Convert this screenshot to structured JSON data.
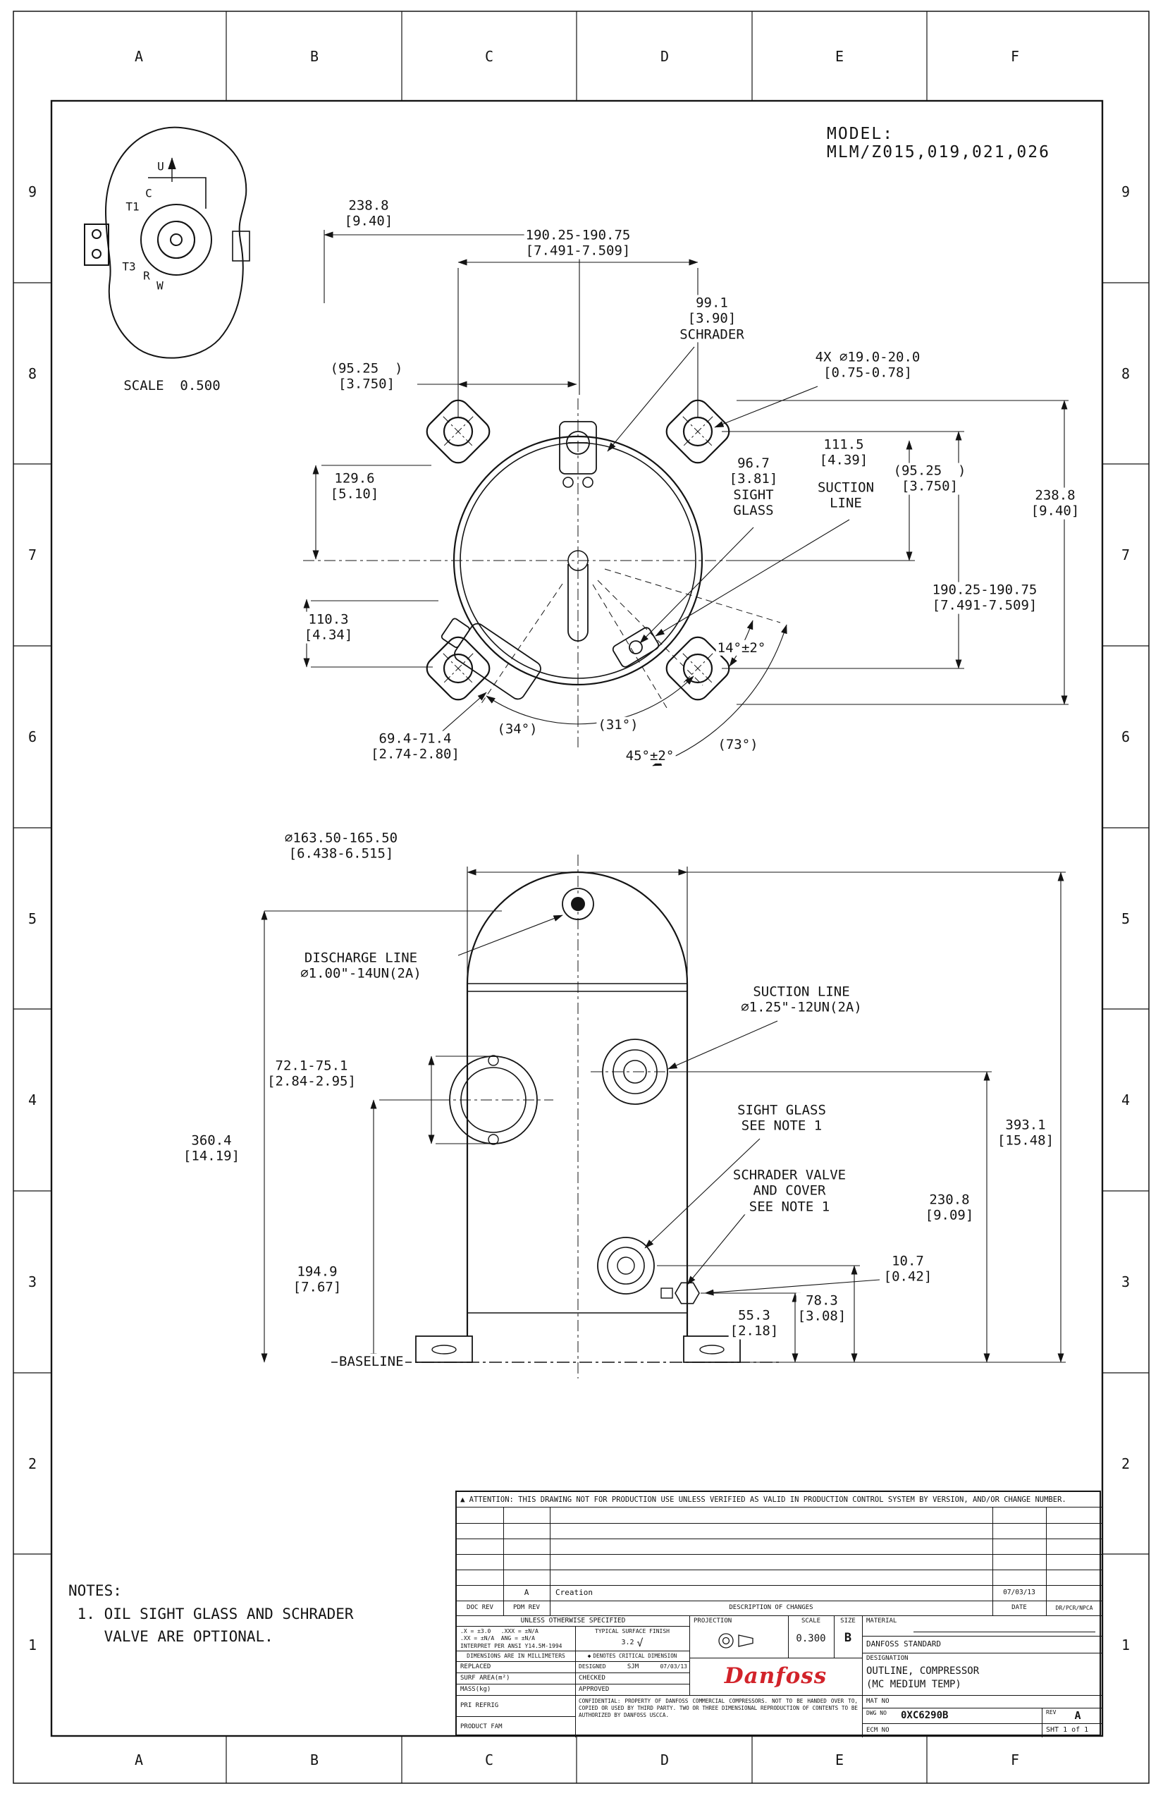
{
  "page": {
    "model": "MODEL: MLM/Z015,019,021,026"
  },
  "colors": {
    "line": "#141414",
    "brand_red": "#d2232a"
  },
  "grid": {
    "cols": [
      "A",
      "B",
      "C",
      "D",
      "E",
      "F"
    ],
    "rows": [
      "9",
      "8",
      "7",
      "6",
      "5",
      "4",
      "3",
      "2",
      "1"
    ]
  },
  "section_view": {
    "label_u": "U",
    "label_c": "C",
    "label_t1": "T1",
    "label_t3": "T3",
    "label_r": "R",
    "label_w": "W",
    "scale_note": "SCALE  0.500"
  },
  "top_view": {
    "dim_overall_width": "238.8\n[9.40]",
    "dim_bolt_span": "190.25-190.75\n[7.491-7.509]",
    "dim_schrader": "99.1\n[3.90]\nSCHRADER",
    "dim_mount_holes": "4X ⌀19.0-20.0\n[0.75-0.78]",
    "dim_ref_left": "(95.25  )\n[3.750]",
    "dim_suction_offset": "111.5\n[4.39]",
    "label_suction_line": "SUCTION\nLINE",
    "dim_sight_glass": "96.7\n[3.81]\nSIGHT\nGLASS",
    "dim_ref_right": "(95.25  )\n[3.750]",
    "dim_overall_height": "238.8\n[9.40]",
    "dim_129": "129.6\n[5.10]",
    "dim_bolt_span_right": "190.25-190.75\n[7.491-7.509]",
    "dim_110": "110.3\n[4.34]",
    "angle_14": "14°±2°",
    "dim_69": "69.4-71.4\n[2.74-2.80]",
    "angle_34": "(34°)",
    "angle_31": "(31°)",
    "angle_45": "45°±2°",
    "angle_73": "(73°)"
  },
  "side_view": {
    "dim_shell_dia": "⌀163.50-165.50\n[6.438-6.515]",
    "label_discharge": "DISCHARGE LINE\n⌀1.00\"-14UN(2A)",
    "label_suction": "SUCTION LINE\n⌀1.25\"-12UN(2A)",
    "dim_72": "72.1-75.1\n[2.84-2.95]",
    "label_sight_glass": "SIGHT GLASS\nSEE NOTE 1",
    "dim_360": "360.4\n[14.19]",
    "dim_393": "393.1\n[15.48]",
    "label_schrader": "SCHRADER VALVE\nAND COVER\nSEE NOTE 1",
    "dim_230": "230.8\n[9.09]",
    "dim_10": "10.7\n[0.42]",
    "dim_194": "194.9\n[7.67]",
    "dim_78": "78.3\n[3.08]",
    "dim_55": "55.3\n[2.18]",
    "label_baseline": "BASELINE"
  },
  "notes": {
    "body": "NOTES:\n 1. OIL SIGHT GLASS AND SCHRADER\n    VALVE ARE OPTIONAL."
  },
  "title_block": {
    "attention_icon": "▲",
    "attention_text": "ATTENTION: THIS DRAWING NOT FOR PRODUCTION USE UNLESS VERIFIED AS VALID IN PRODUCTION CONTROL SYSTEM BY VERSION, AND/OR CHANGE NUMBER.",
    "rev_history": {
      "rev": "A",
      "description": "Creation",
      "date": "07/03/13"
    },
    "headers": {
      "doc_rev": "DOC REV",
      "pdm_rev": "PDM REV",
      "description_of_changes": "DESCRIPTION OF CHANGES",
      "date": "DATE",
      "dr_pcr_npca": "DR/PCR/NPCA"
    },
    "unless_otherwise": "UNLESS OTHERWISE SPECIFIED",
    "tolerances": ".X = ±3.0   .XXX = ±N/A\n.XX = ±N/A  ANG = ±N/A\nINTERPRET PER ANSI Y14.5M-1994",
    "surface_finish_label": "TYPICAL SURFACE FINISH",
    "surface_finish_icon": "√",
    "surface_finish_value": "3.2",
    "projection_label": "PROJECTION",
    "scale_label": "SCALE",
    "scale_value": "0.300",
    "size_label": "SIZE",
    "size_value": "B",
    "material_label": "MATERIAL",
    "danfoss_standard": "DANFOSS STANDARD",
    "dimensions_note": "DIMENSIONS ARE IN MILLIMETERS",
    "critical_icon": "◆",
    "critical_note": "DENOTES CRITICAL DIMENSION",
    "replaced_label": "REPLACED",
    "designed_label": "DESIGNED",
    "designed_by": "SJM",
    "designed_date": "07/03/13",
    "surf_area_label": "SURF AREA(m²)",
    "checked_label": "CHECKED",
    "mass_label": "MASS(kg)",
    "approved_label": "APPROVED",
    "pri_refrig_label": "PRI REFRIG",
    "product_fam_label": "PRODUCT FAM",
    "confidential_text": "CONFIDENTIAL: PROPERTY OF DANFOSS COMMERCIAL COMPRESSORS. NOT TO BE HANDED OVER TO, COPIED OR USED BY THIRD PARTY. TWO OR THREE DIMENSIONAL REPRODUCTION OF CONTENTS TO BE AUTHORIZED BY DANFOSS USCCA.",
    "brand": "Danfoss",
    "designation_label": "DESIGNATION",
    "designation_value": "OUTLINE, COMPRESSOR\n(MC MEDIUM TEMP)",
    "mat_no_label": "MAT NO",
    "dwg_no_label": "DWG NO",
    "dwg_no_value": "0XC6290B",
    "rev_label": "REV",
    "rev_value": "A",
    "ecm_no_label": "ECM NO",
    "sheet_label": "SHT 1 of 1"
  }
}
